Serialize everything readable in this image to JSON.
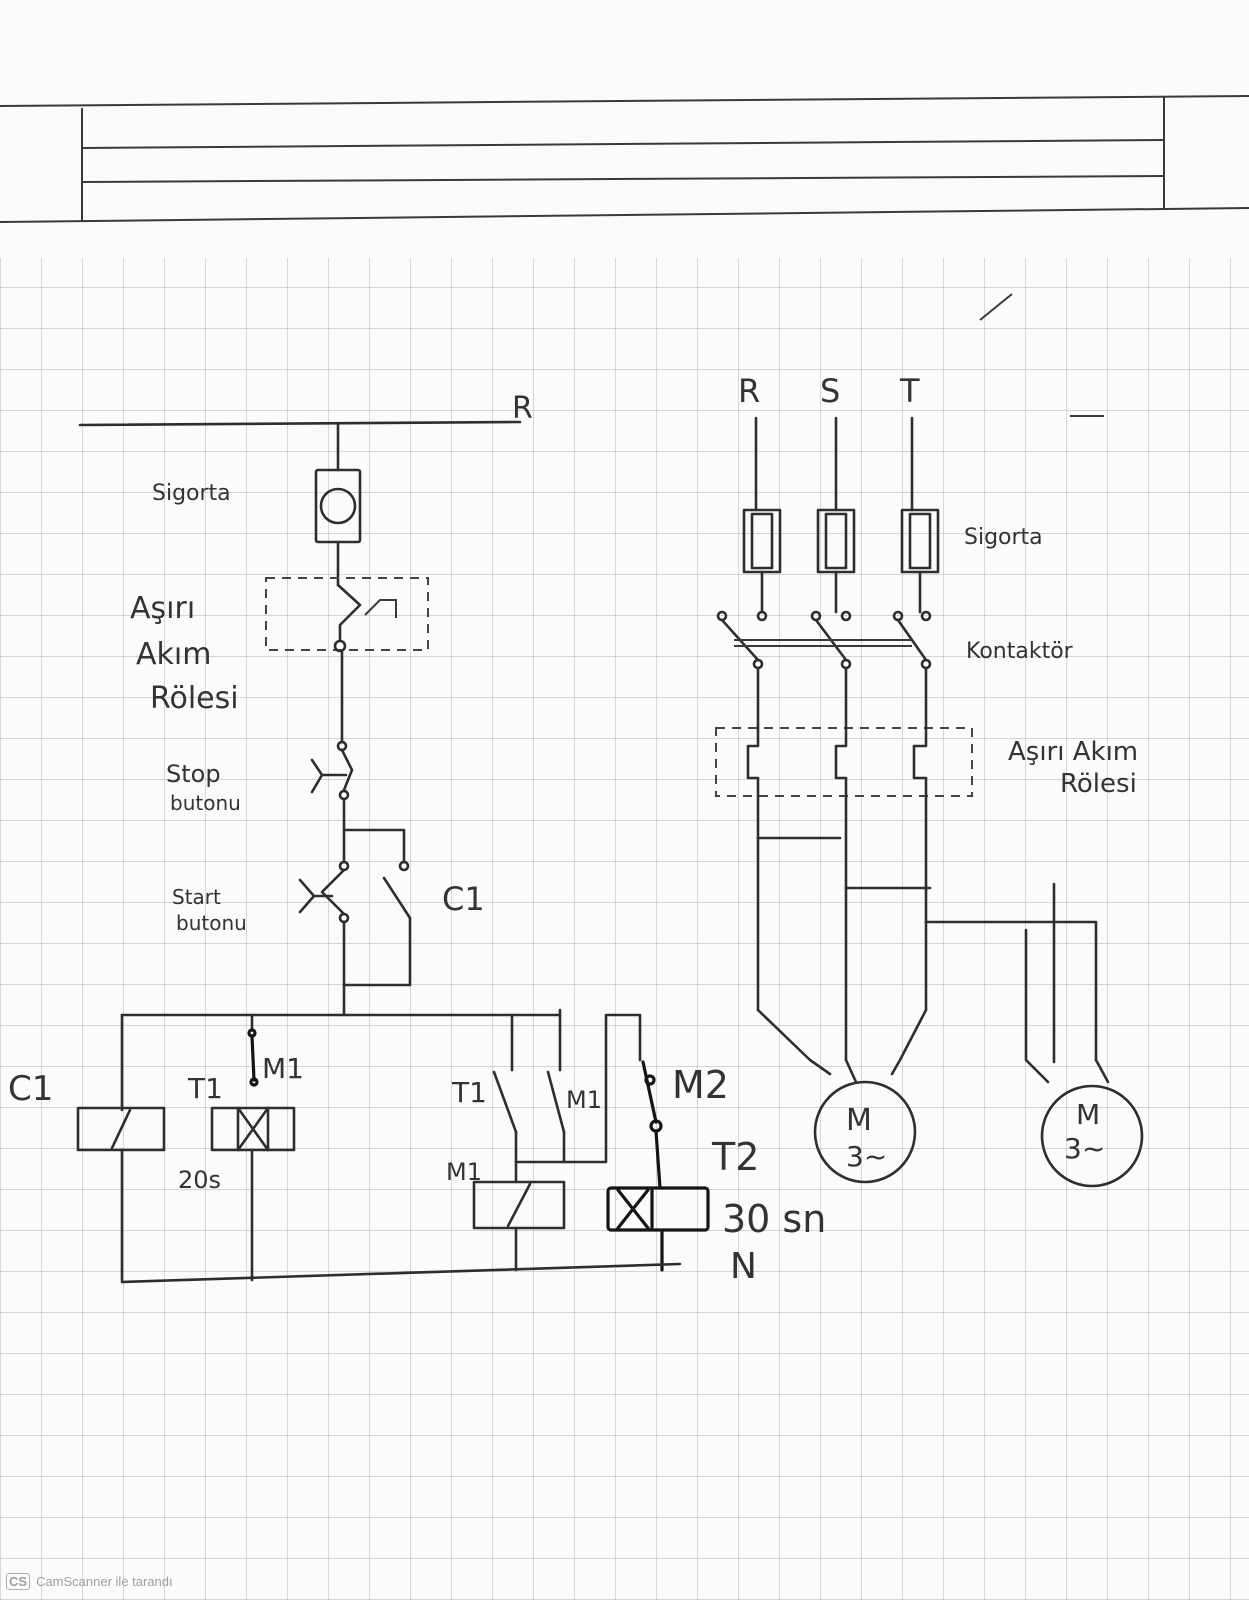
{
  "phases": [
    "R",
    "S",
    "T"
  ],
  "control": {
    "line": "R",
    "fuse": "Sigorta",
    "overload": "Aşırı Akım Rölesi",
    "stop": "Stop butonu",
    "start": "Start butonu",
    "seal_contact": "C1",
    "coil_c1": "C1",
    "timer1": "T1",
    "timer1_time": "20s",
    "contact_m1_top": "M1",
    "contact_t1": "T1",
    "contact_m1": "M1",
    "coil_m1": "M1",
    "contact_m2": "M2",
    "timer2": "T2",
    "timer2_time": "30 sn",
    "neutral": "N"
  },
  "power": {
    "fuse": "Sigorta",
    "contactor": "Kontaktör",
    "overload": "Aşırı Akım Rölesi",
    "motor1_symbol": "M",
    "motor1_phase": "3~",
    "motor2_symbol": "M",
    "motor2_phase": "3~"
  },
  "footer": {
    "logo": "CS",
    "text": "CamScanner ile tarandı"
  }
}
